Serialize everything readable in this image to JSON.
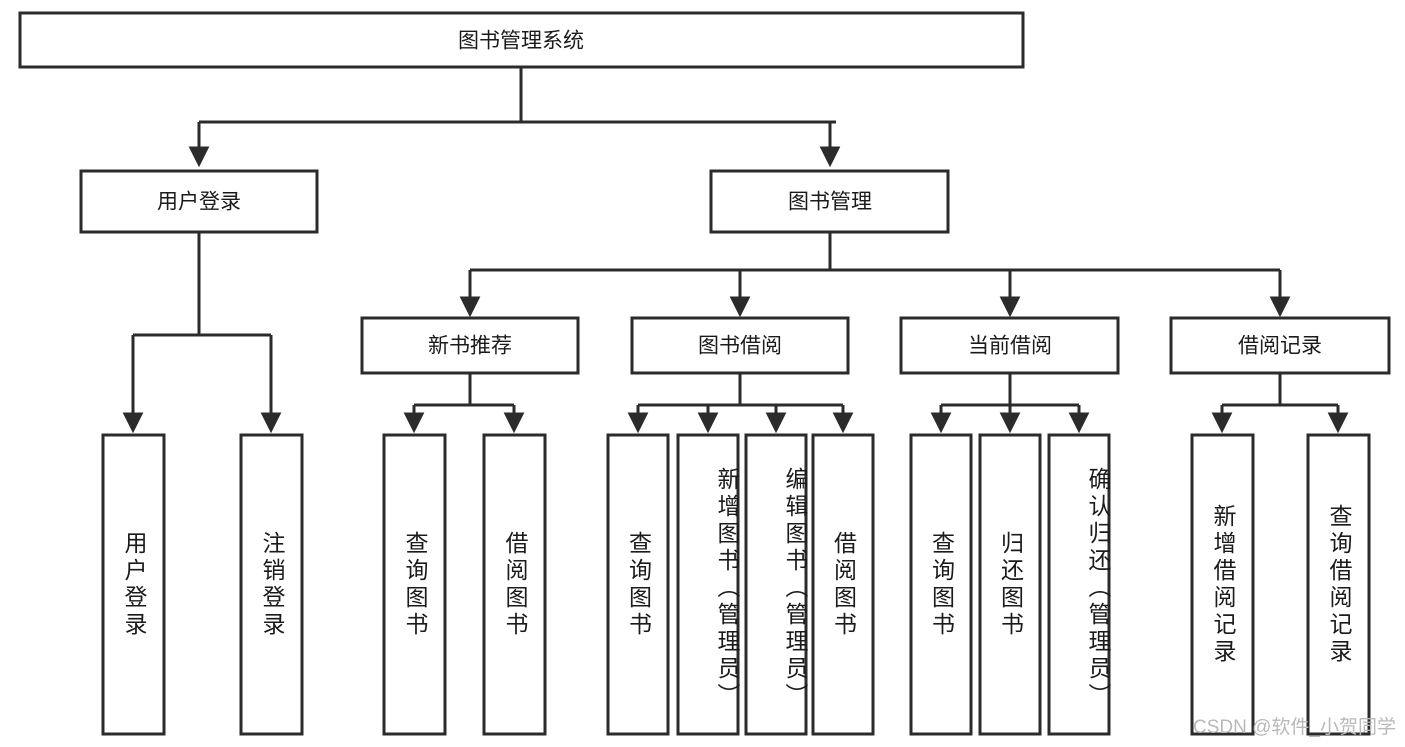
{
  "diagram": {
    "title": "图书管理系统",
    "type": "tree",
    "watermark": "CSDN @软件_小贺同学",
    "colors": {
      "box_stroke": "#2b2b2b",
      "box_fill": "#ffffff",
      "connector": "#2b2b2b",
      "text": "#1b1b1b",
      "watermark": "#b9b9b9",
      "background": "#ffffff"
    },
    "levels": {
      "root": {
        "label": "图书管理系统"
      },
      "level2": [
        {
          "label": "用户登录"
        },
        {
          "label": "图书管理"
        }
      ],
      "level3": [
        {
          "label": "新书推荐"
        },
        {
          "label": "图书借阅"
        },
        {
          "label": "当前借阅"
        },
        {
          "label": "借阅记录"
        }
      ],
      "leaves": {
        "user_login": [
          {
            "label": "用户登录"
          },
          {
            "label": "注销登录"
          }
        ],
        "new_book_recommend": [
          {
            "label": "查询图书"
          },
          {
            "label": "借阅图书"
          }
        ],
        "book_borrow": [
          {
            "label": "查询图书"
          },
          {
            "label": "新增图书（管理员）"
          },
          {
            "label": "编辑图书（管理员）"
          },
          {
            "label": "借阅图书"
          }
        ],
        "current_borrow": [
          {
            "label": "查询图书"
          },
          {
            "label": "归还图书"
          },
          {
            "label": "确认归还（管理员）"
          }
        ],
        "borrow_record": [
          {
            "label": "新增借阅记录"
          },
          {
            "label": "查询借阅记录"
          }
        ]
      }
    }
  }
}
